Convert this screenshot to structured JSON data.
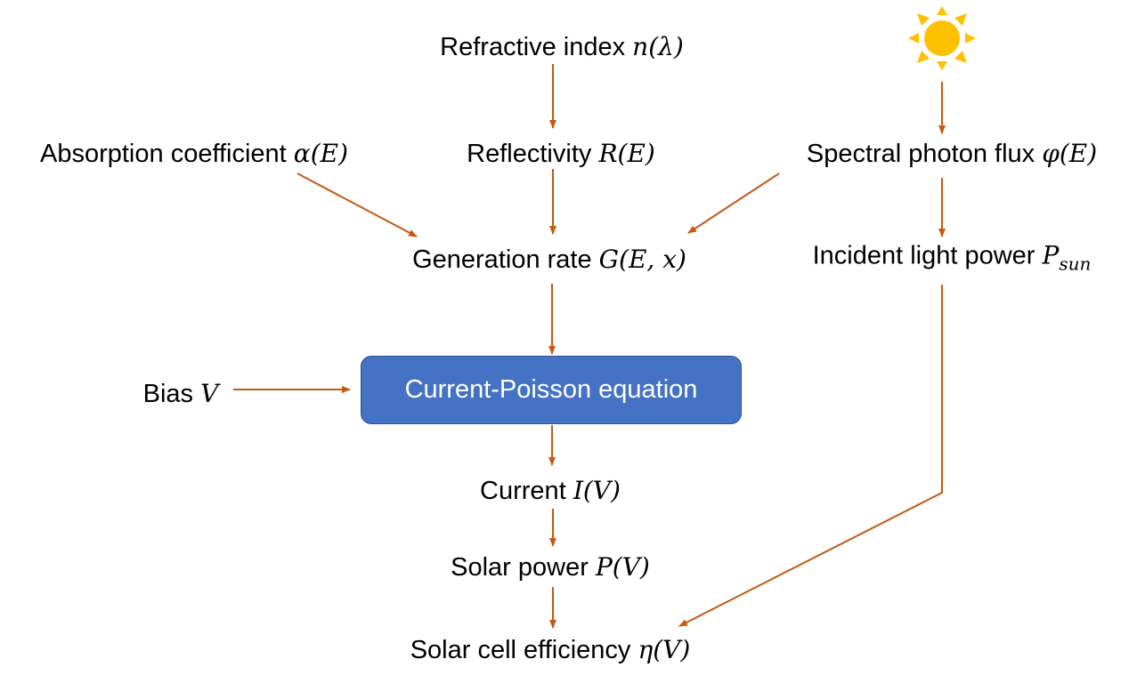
{
  "nodes": {
    "refractive_index": {
      "label": "Refractive index ",
      "math": "n(λ)"
    },
    "absorption": {
      "label": "Absorption coefficient ",
      "math": "α(E)"
    },
    "reflectivity": {
      "label": "Reflectivity ",
      "math": "R(E)"
    },
    "photon_flux": {
      "label": "Spectral photon flux ",
      "math": "φ(E)"
    },
    "generation": {
      "label": "Generation rate ",
      "math": "G(E, x)"
    },
    "incident_power": {
      "label": "Incident light power ",
      "math": "P",
      "sub": "sun"
    },
    "bias": {
      "label": "Bias ",
      "math": "V"
    },
    "current_poisson": {
      "label": "Current-Poisson equation"
    },
    "current": {
      "label": "Current ",
      "math": "I(V)"
    },
    "solar_power": {
      "label": "Solar power ",
      "math": "P(V)"
    },
    "efficiency": {
      "label": "Solar cell efficiency ",
      "math": "η(V)"
    }
  },
  "icons": {
    "sun": "sun-icon"
  },
  "colors": {
    "arrow": "#c55a11",
    "box": "#4472c4",
    "sun": "#ffc000"
  }
}
